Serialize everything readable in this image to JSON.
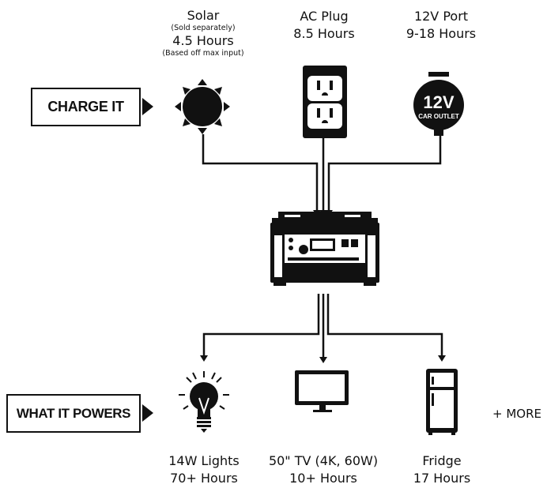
{
  "charge": {
    "tag": "CHARGE IT",
    "solar": {
      "title": "Solar",
      "note": "(Sold separately)",
      "hours": "4.5 Hours",
      "note2": "(Based off max input)"
    },
    "ac": {
      "title": "AC Plug",
      "hours": "8.5 Hours"
    },
    "car": {
      "title": "12V Port",
      "hours": "9-18 Hours",
      "icon_big": "12V",
      "icon_small": "CAR OUTLET"
    }
  },
  "powers": {
    "tag": "WHAT IT POWERS",
    "lights": {
      "title": "14W Lights",
      "hours": "70+ Hours"
    },
    "tv": {
      "title": "50\" TV (4K, 60W)",
      "hours": "10+ Hours"
    },
    "fridge": {
      "title": "Fridge",
      "hours": "17 Hours"
    },
    "more": "+ MORE"
  },
  "icons": [
    "sun-icon",
    "ac-outlet-icon",
    "car-outlet-icon",
    "power-station-icon",
    "lightbulb-icon",
    "tv-icon",
    "fridge-icon"
  ],
  "colors": {
    "ink": "#111111",
    "background": "#ffffff"
  }
}
